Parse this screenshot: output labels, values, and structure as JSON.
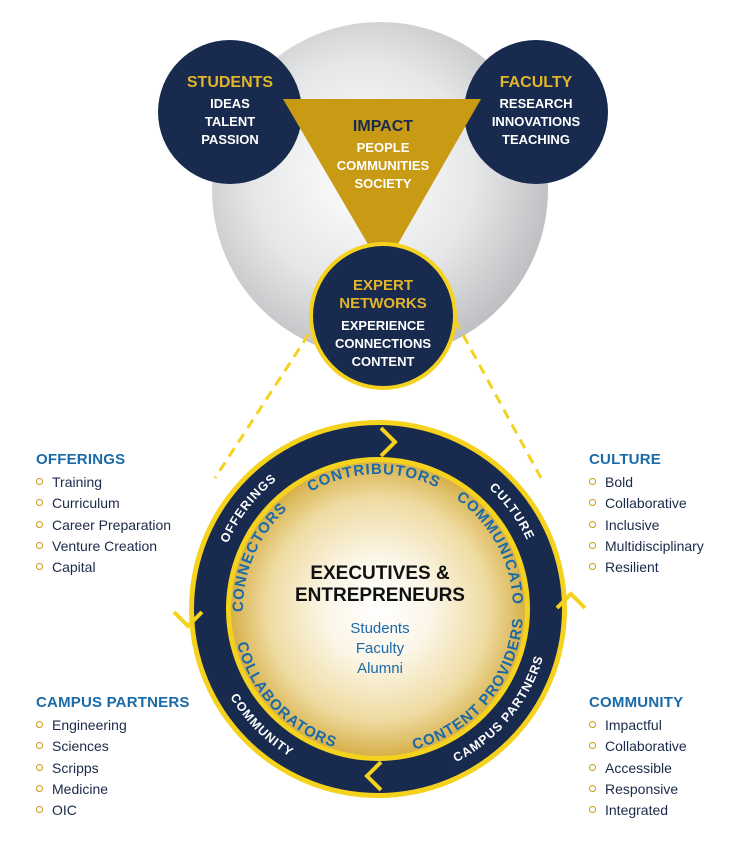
{
  "top": {
    "students": {
      "title": "STUDENTS",
      "lines": [
        "IDEAS",
        "TALENT",
        "PASSION"
      ]
    },
    "faculty": {
      "title": "FACULTY",
      "lines": [
        "RESEARCH",
        "INNOVATIONS",
        "TEACHING"
      ]
    },
    "impact": {
      "title": "IMPACT",
      "lines": [
        "PEOPLE",
        "COMMUNITIES",
        "SOCIETY"
      ]
    },
    "expert": {
      "title_lines": [
        "EXPERT",
        "NETWORKS"
      ],
      "lines": [
        "EXPERIENCE",
        "CONNECTIONS",
        "CONTENT"
      ]
    }
  },
  "ring": {
    "segments": [
      "OFFERINGS",
      "CULTURE",
      "COMMUNITY",
      "CAMPUS PARTNERS"
    ],
    "inner": [
      "CONTRIBUTORS",
      "COMMUNICATORS",
      "COLLABORATORS",
      "CONTENT PROVIDERS",
      "CONNECTORS"
    ]
  },
  "center": {
    "title_lines": [
      "EXECUTIVES &",
      "ENTREPRENEURS"
    ],
    "lines": [
      "Students",
      "Faculty",
      "Alumni"
    ]
  },
  "lists": {
    "offerings": {
      "title": "OFFERINGS",
      "items": [
        "Training",
        "Curriculum",
        "Career Preparation",
        "Venture Creation",
        "Capital"
      ]
    },
    "culture": {
      "title": "CULTURE",
      "items": [
        "Bold",
        "Collaborative",
        "Inclusive",
        "Multidisciplinary",
        "Resilient"
      ]
    },
    "campus_partners": {
      "title": "CAMPUS PARTNERS",
      "items": [
        "Engineering",
        "Sciences",
        "Scripps",
        "Medicine",
        "OIC"
      ]
    },
    "community": {
      "title": "COMMUNITY",
      "items": [
        "Impactful",
        "Collaborative",
        "Accessible",
        "Responsive",
        "Integrated"
      ]
    }
  },
  "colors": {
    "navy": "#182a4e",
    "gold": "#c99a14",
    "yellow": "#f5d21e",
    "blue": "#1a6aa8",
    "gray": "#c7c8ca"
  }
}
